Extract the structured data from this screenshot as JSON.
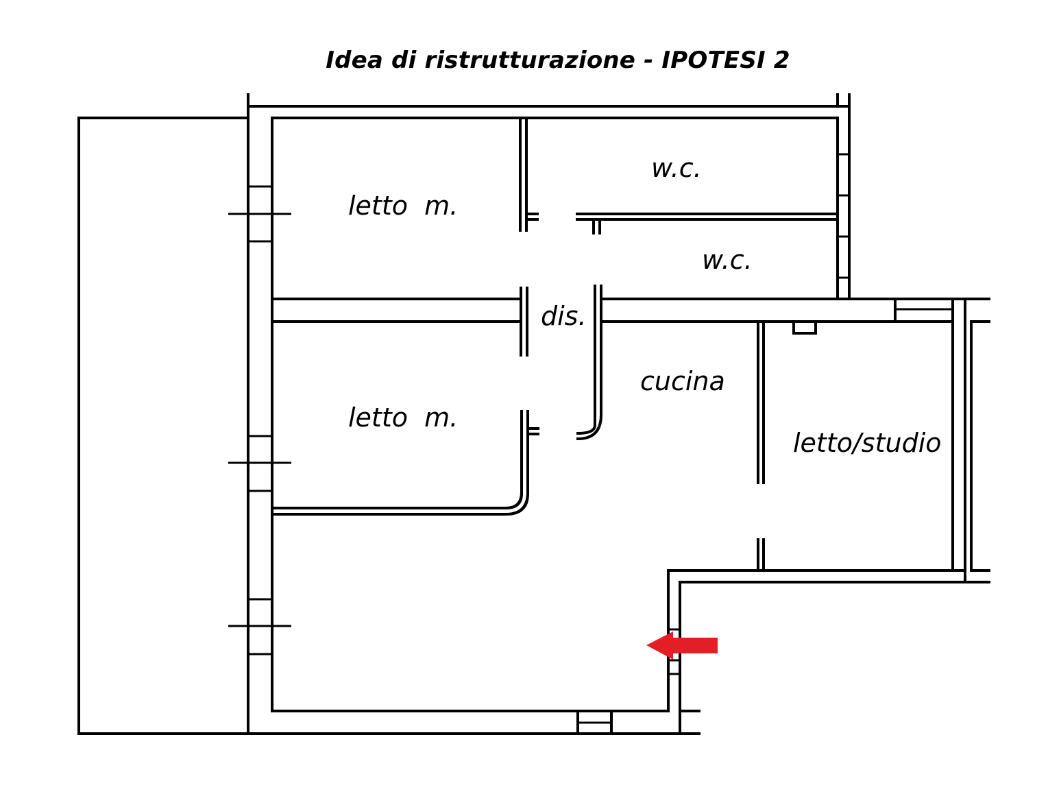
{
  "title": "Idea di ristrutturazione - IPOTESI 2",
  "rooms": {
    "bed_top": "letto  m.",
    "bed_mid": "letto  m.",
    "wc_top": "w.c.",
    "wc_bottom": "w.c.",
    "corridor": "dis.",
    "kitchen": "cucina",
    "study": "letto/studio"
  },
  "colors": {
    "line": "#000000",
    "entrance_arrow": "#e31e24",
    "background": "#ffffff"
  },
  "icons": {
    "entrance": "arrow-left-icon"
  }
}
